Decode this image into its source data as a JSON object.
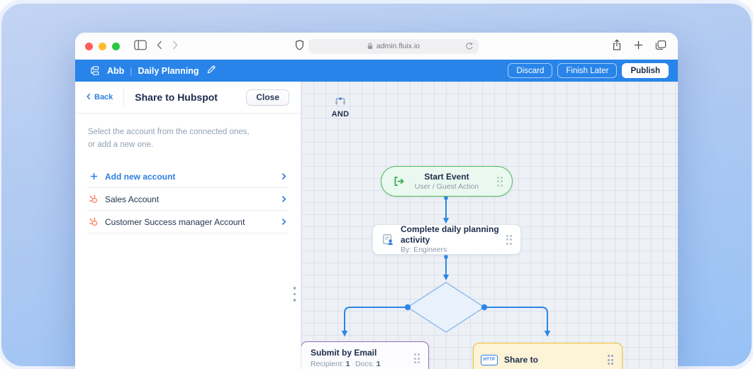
{
  "browser": {
    "url": "admin.fluix.io"
  },
  "header": {
    "org": "Abb",
    "separator": "|",
    "title": "Daily Planning",
    "discard": "Discard",
    "finish_later": "Finish Later",
    "publish": "Publish"
  },
  "panel": {
    "back": "Back",
    "title": "Share to Hubspot",
    "close": "Close",
    "description_1": "Select the account from the connected ones,",
    "description_2": "or add a new one.",
    "add_new": "Add new account",
    "accounts": [
      {
        "label": "Sales Account"
      },
      {
        "label": "Customer Success manager Account"
      }
    ]
  },
  "flow": {
    "start": {
      "title": "Start Event",
      "subtitle": "User / Guest Action"
    },
    "task": {
      "title": "Complete daily planning activity",
      "by_label": "By:",
      "by_value": "Engineers"
    },
    "gateway": {
      "label": "AND"
    },
    "email": {
      "title": "Submit by Email",
      "recipient_label": "Recipient:",
      "recipient_value": "1",
      "separator": "·",
      "docs_label": "Docs:",
      "docs_value": "1"
    },
    "share": {
      "badge": "HTTP",
      "title": "Share to"
    }
  },
  "colors": {
    "accent_blue": "#2d7fe0",
    "header_blue": "#2884e9",
    "connector_blue": "#2e86e8",
    "start_green": "#4db95f",
    "start_bg": "#eaf9ef",
    "gateway_bg": "#e9f1fc",
    "gateway_border": "#83b3ee",
    "email_purple": "#9c6fb8",
    "share_yellow": "#f1c232",
    "share_bg": "#fdf3d6",
    "hubspot_orange": "#ff7a59"
  }
}
